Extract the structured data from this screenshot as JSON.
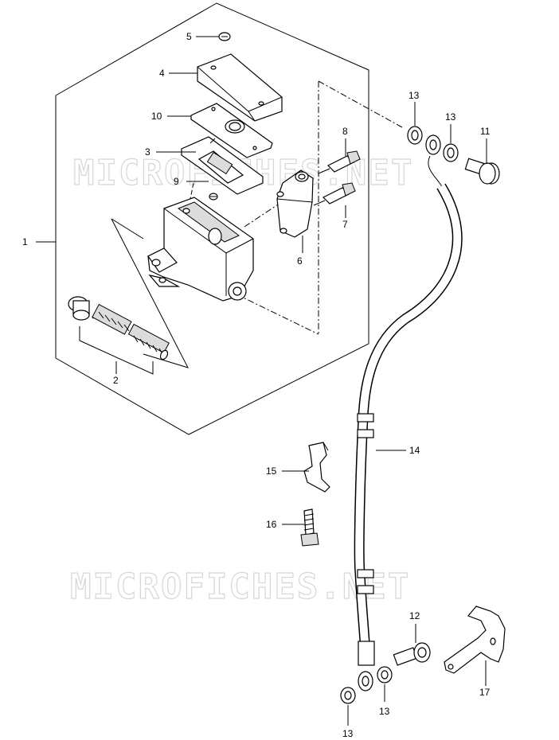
{
  "watermark": "MICROFICHES.NET",
  "callouts": {
    "p1": "1",
    "p2": "2",
    "p3": "3",
    "p4": "4",
    "p5": "5",
    "p6": "6",
    "p7": "7",
    "p8": "8",
    "p9": "9",
    "p10": "10",
    "p11": "11",
    "p12": "12",
    "p13a": "13",
    "p13b": "13",
    "p13c": "13",
    "p13d": "13",
    "p14": "14",
    "p15": "15",
    "p16": "16",
    "p17": "17"
  }
}
